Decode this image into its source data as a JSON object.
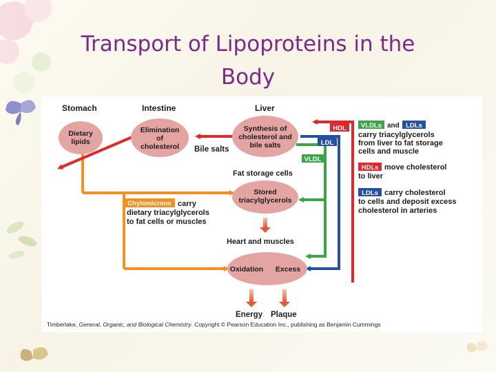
{
  "slide": {
    "title_line1": "Transport of Lipoproteins in the",
    "title_line2": "Body"
  },
  "colors": {
    "title": "#7b2a85",
    "ellipse": "#e4a4a1",
    "red": "#e2262a",
    "orange": "#f4911e",
    "green": "#3aa648",
    "blue": "#2551a4",
    "label_red": "#e2262a",
    "label_blue": "#2551a4",
    "label_green": "#3aa648"
  },
  "diagram": {
    "headers": {
      "stomach": "Stomach",
      "intestine": "Intestine",
      "liver": "Liver"
    },
    "nodes": {
      "dietary_l1": "Dietary",
      "dietary_l2": "lipids",
      "elim_l1": "Elimination",
      "elim_l2": "of",
      "elim_l3": "cholesterol",
      "synth_l1": "Synthesis of",
      "synth_l2": "cholesterol and",
      "synth_l3": "bile salts",
      "stored_l1": "Stored",
      "stored_l2": "triacylglycerols",
      "oxidation": "Oxidation",
      "excess": "Excess"
    },
    "labels": {
      "bile_salts": "Bile salts",
      "fat_storage": "Fat storage cells",
      "heart_muscles": "Heart and muscles",
      "energy": "Energy",
      "plaque": "Plaque",
      "hdl": "HDL",
      "ldl": "LDL",
      "vldl": "VLDL",
      "chylo_tag": "Chylomicrons",
      "chylo_l1": "carry",
      "chylo_l2": "dietary triacylglycerols",
      "chylo_l3": "to fat cells or muscles"
    },
    "legend": {
      "item1_tag1": "VLDLs",
      "item1_and": "and",
      "item1_tag2": "LDLs",
      "item1_l1": "carry triacylglycerols",
      "item1_l2": "from liver to fat storage",
      "item1_l3": "cells and muscle",
      "item2_tag": "HDLs",
      "item2_l0": "move cholesterol",
      "item2_l1": "to liver",
      "item3_tag": "LDLs",
      "item3_l0": "carry cholesterol",
      "item3_l1": "to cells and deposit excess",
      "item3_l2": "cholesterol in arteries"
    },
    "credit": {
      "pre": "Timberlake, ",
      "book": "General, Organic, and Biological Chemistry",
      "post": ". Copyright © Pearson Education Inc., publishing as Benjamin Cummings"
    }
  }
}
